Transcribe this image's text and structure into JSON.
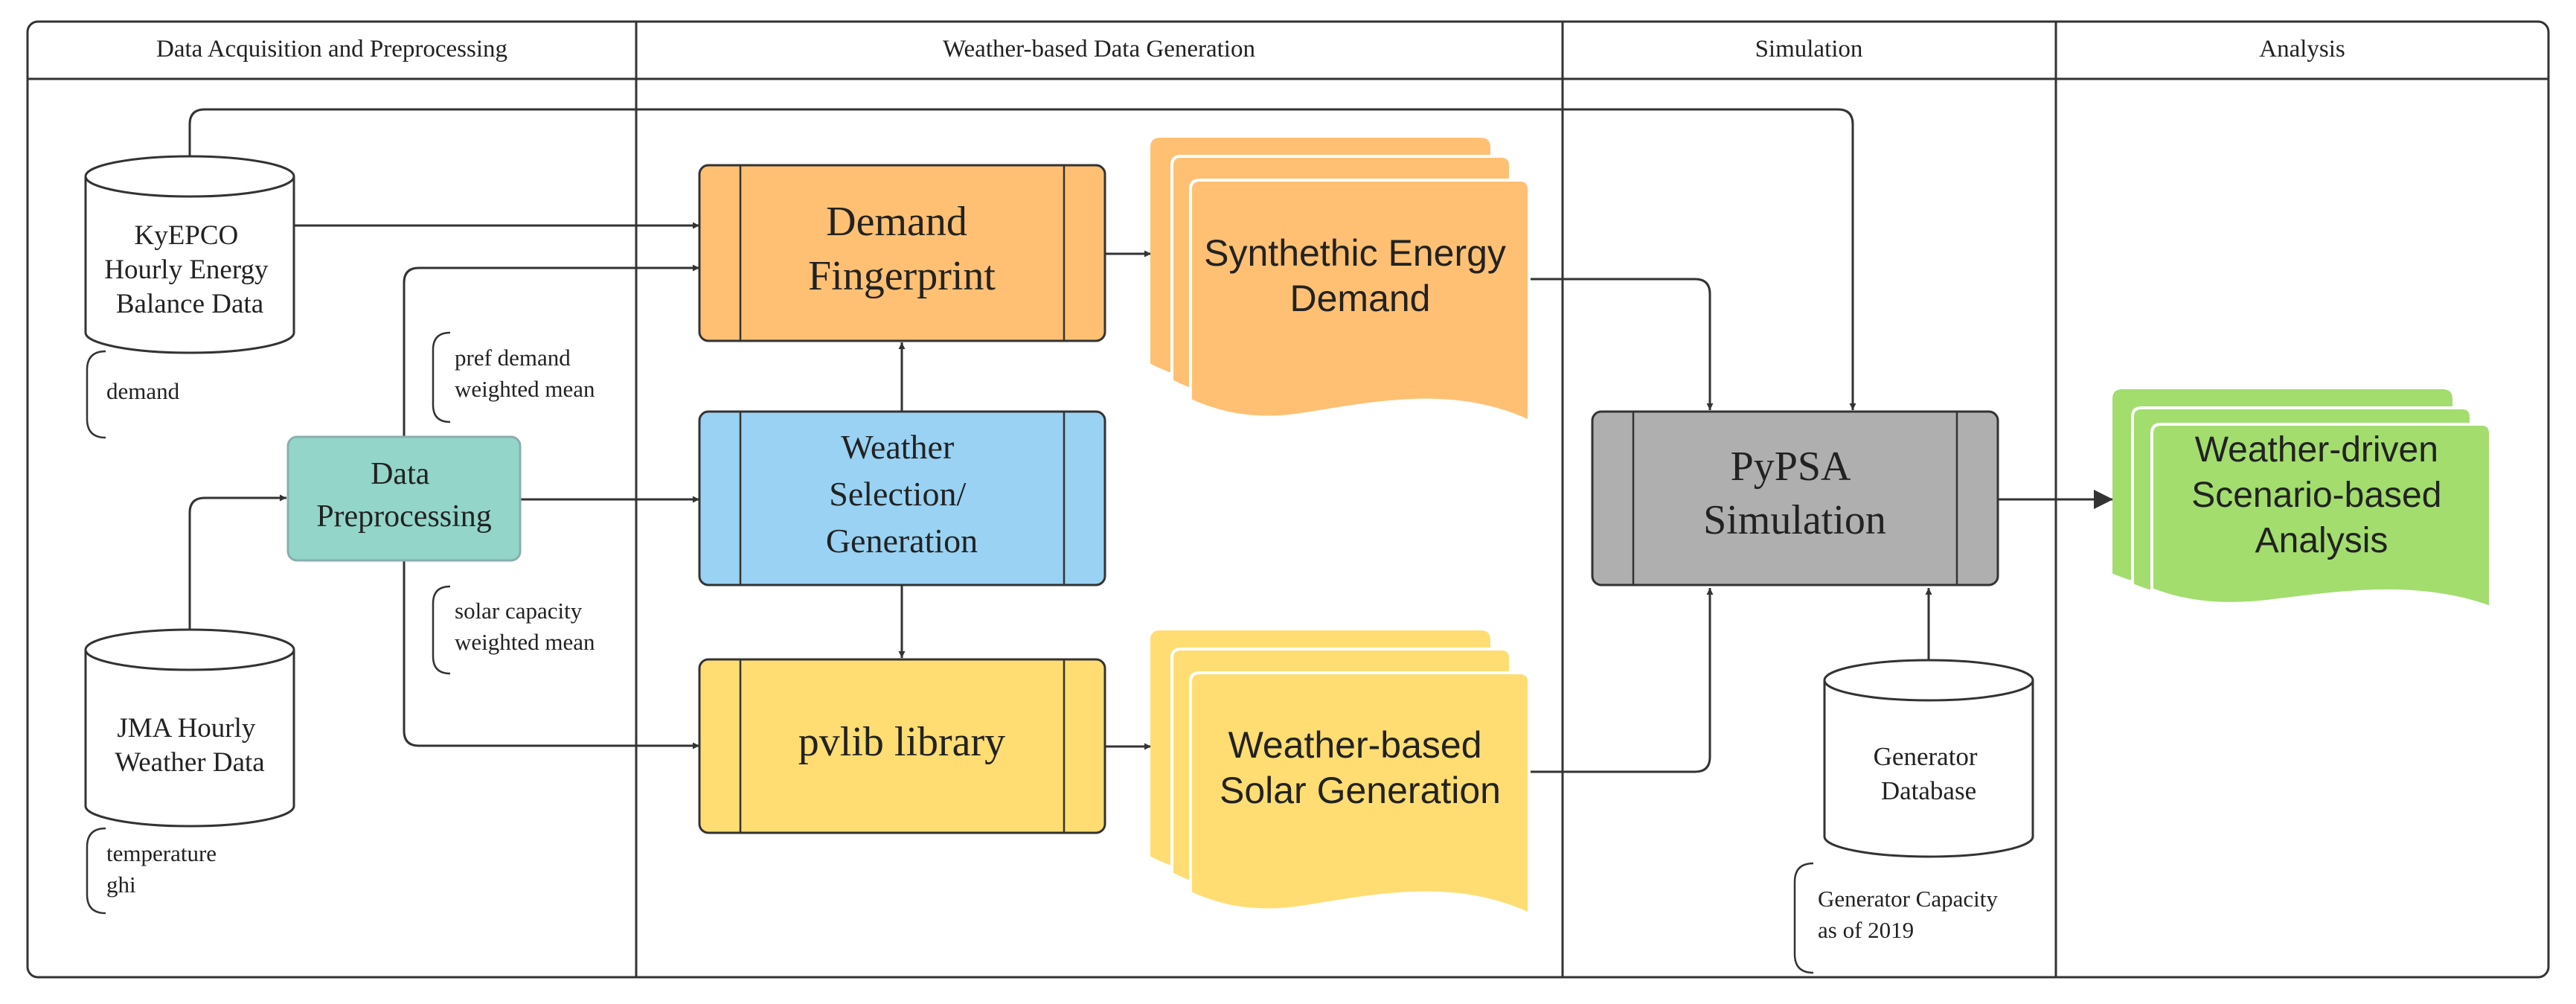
{
  "lanes": {
    "lane1": "Data Acquisition and Preprocessing",
    "lane2": "Weather-based Data Generation",
    "lane3": "Simulation",
    "lane4": "Analysis"
  },
  "nodes": {
    "kyepco": [
      "KyEPCO",
      "Hourly Energy",
      "Balance Data"
    ],
    "jma": [
      "JMA Hourly",
      "Weather Data"
    ],
    "data_preprocessing": [
      "Data",
      "Preprocessing"
    ],
    "demand_fingerprint": [
      "Demand",
      "Fingerprint"
    ],
    "weather_selection": [
      "Weather",
      "Selection/",
      "Generation"
    ],
    "pvlib": [
      "pvlib library"
    ],
    "synthetic_demand": [
      "Synthethic Energy",
      "Demand"
    ],
    "solar_generation": [
      "Weather-based",
      "Solar Generation"
    ],
    "pypsa": [
      "PyPSA",
      "Simulation"
    ],
    "generator_db": [
      "Generator",
      "Database"
    ],
    "analysis": [
      "Weather-driven",
      "Scenario-based",
      "Analysis"
    ]
  },
  "annotations": {
    "demand": [
      "demand"
    ],
    "pref_demand": [
      "pref demand",
      "weighted mean"
    ],
    "solar_capacity": [
      "solar capacity",
      "weighted mean"
    ],
    "temperature_ghi": [
      "temperature",
      "ghi"
    ],
    "generator_capacity": [
      "Generator Capacity",
      "as of 2019"
    ]
  },
  "colors": {
    "orange": "#FFC073",
    "blue": "#99D2F3",
    "yellow": "#FFDD72",
    "teal": "#93D5C9",
    "gray": "#AFAFAF",
    "green": "#A2DD6E",
    "stroke": "#333333"
  }
}
